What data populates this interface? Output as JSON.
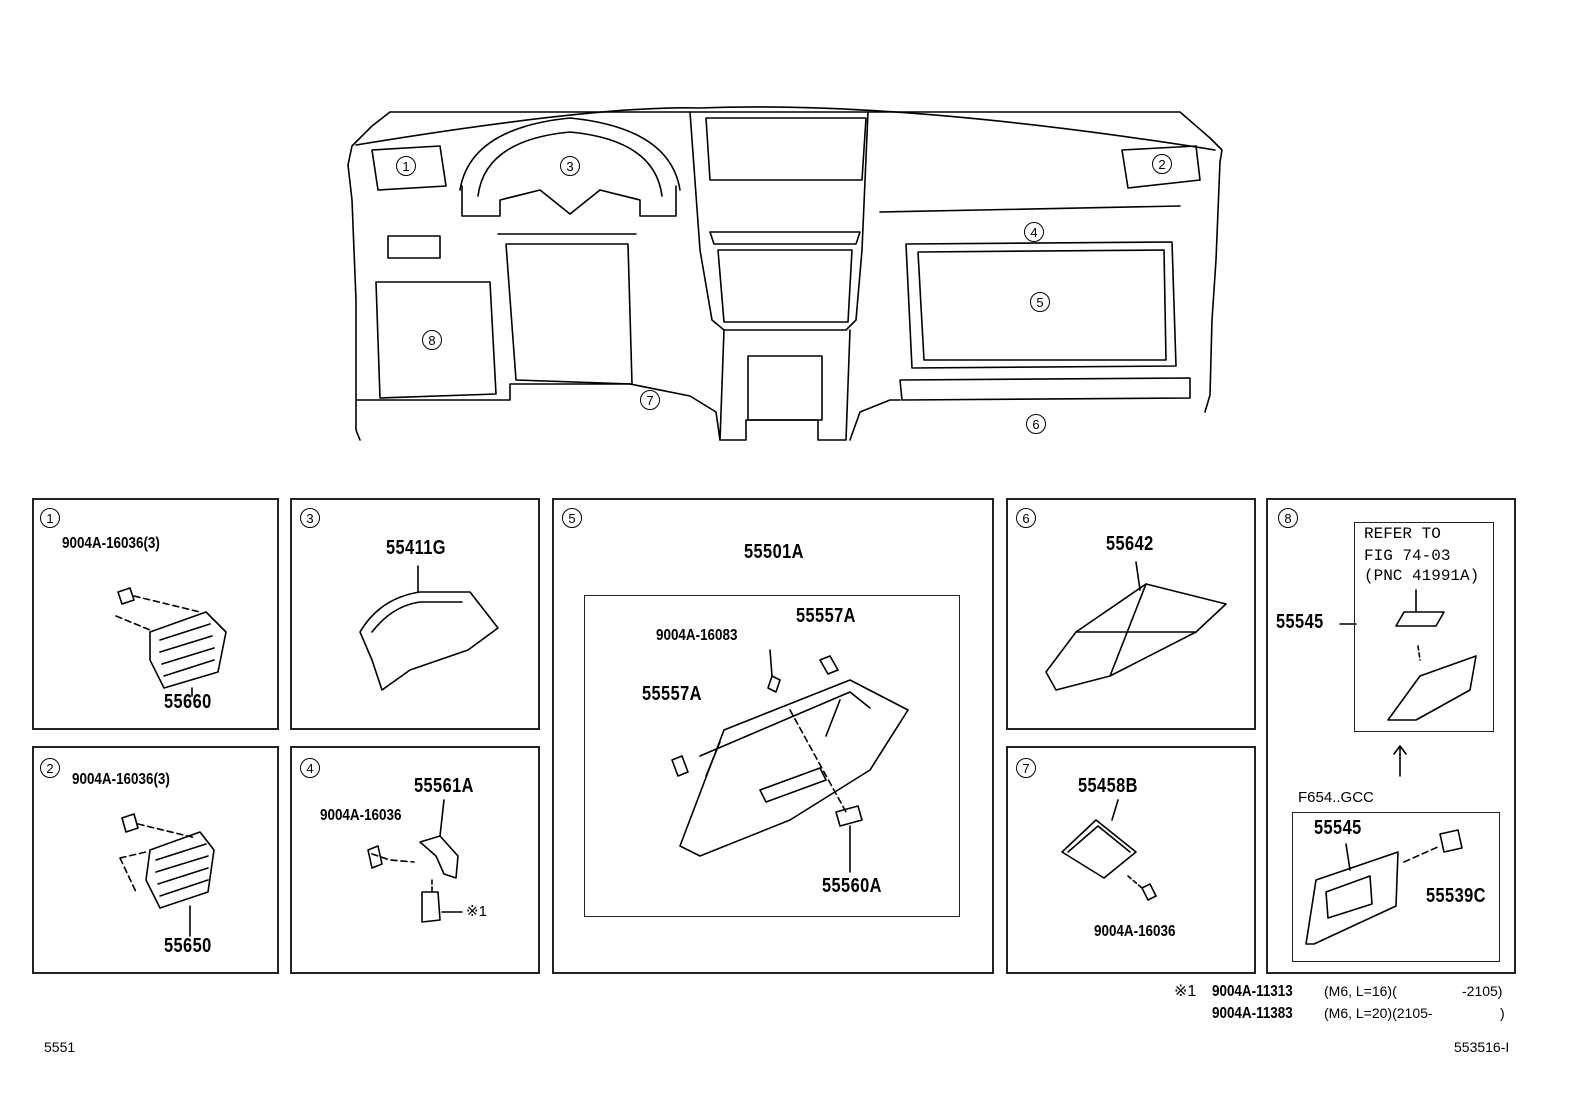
{
  "overview": {
    "callouts": [
      "1",
      "2",
      "3",
      "4",
      "5",
      "6",
      "7",
      "8"
    ]
  },
  "panels": [
    {
      "id": "1",
      "parts": [
        "9004A-16036(3)",
        "55660"
      ]
    },
    {
      "id": "2",
      "parts": [
        "9004A-16036(3)",
        "55650"
      ]
    },
    {
      "id": "3",
      "parts": [
        "55411G"
      ]
    },
    {
      "id": "4",
      "parts": [
        "55561A",
        "9004A-16036",
        "※1"
      ]
    },
    {
      "id": "5",
      "parts": [
        "55501A",
        "9004A-16083",
        "55557A",
        "55557A",
        "55560A"
      ]
    },
    {
      "id": "6",
      "parts": [
        "55642"
      ]
    },
    {
      "id": "7",
      "parts": [
        "55458B",
        "9004A-16036"
      ]
    },
    {
      "id": "8",
      "parts": [
        "55545",
        "55545",
        "55539C"
      ],
      "refer": [
        "REFER TO",
        "FIG 74-03",
        "(PNC 41991A)"
      ],
      "variant": "F654..GCC"
    }
  ],
  "footnote": {
    "mark": "※1",
    "line1_part": "9004A-11313",
    "line1_spec": "(M6, L=16)(",
    "line1_range": "-2105)",
    "line2_part": "9004A-11383",
    "line2_spec": "(M6, L=20)(2105-",
    "line2_range": ")"
  },
  "footer": {
    "left": "5551",
    "right": "553516-I"
  }
}
